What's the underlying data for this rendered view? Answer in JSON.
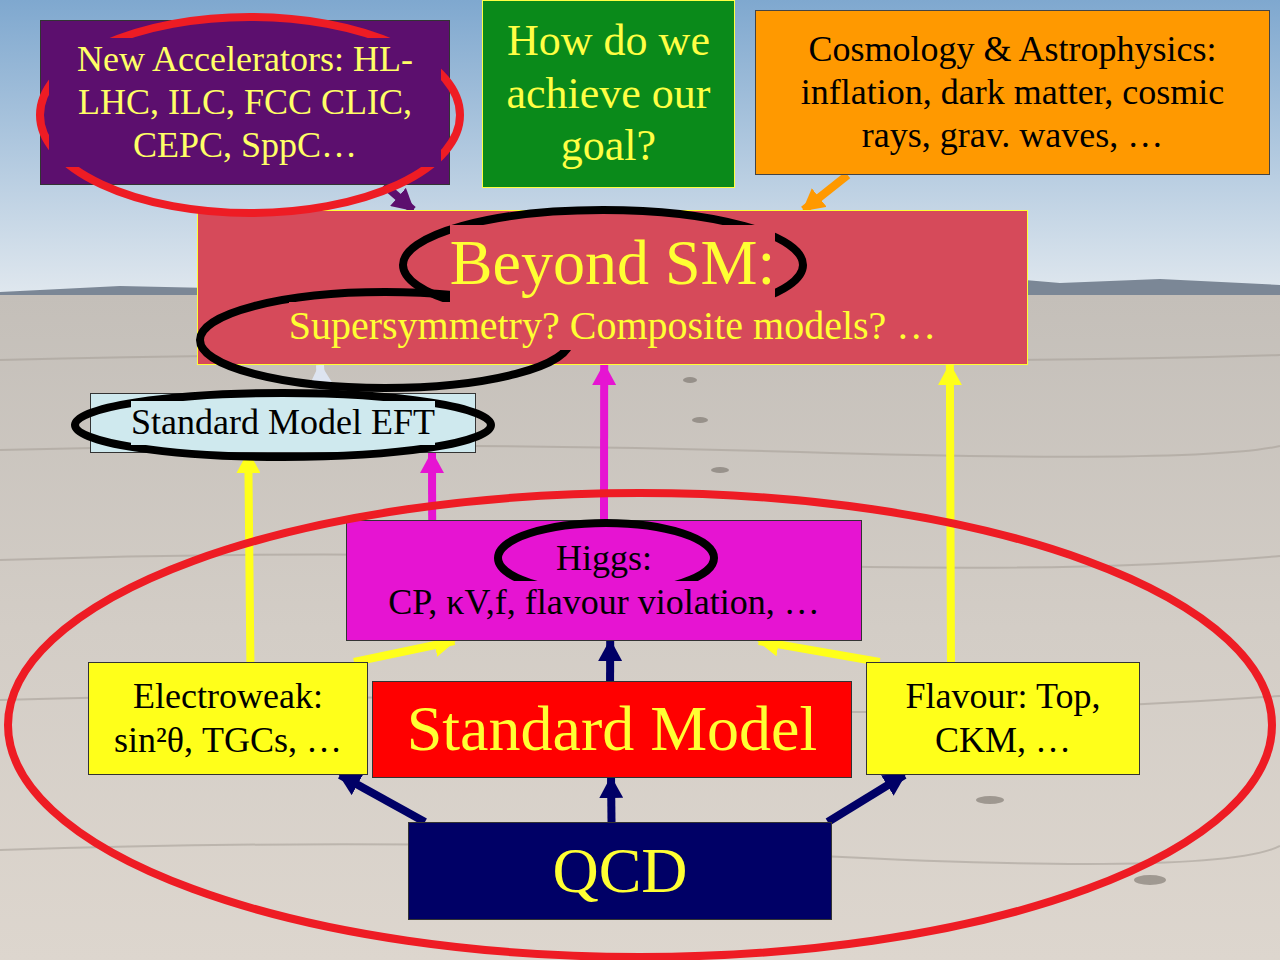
{
  "diagram": {
    "nodes": [
      {
        "text": [
          "New Accelerators: HL-LHC, ILC, FCC CLIC, CEPC, SppC…"
        ]
      },
      {
        "text": [
          "How do we achieve our goal?"
        ]
      },
      {
        "text": [
          "Cosmology & Astrophysics: inflation, dark matter, cosmic rays, grav. waves, …"
        ]
      },
      {
        "text": [
          "Beyond SM:",
          "Supersymmetry? Composite models? …"
        ]
      },
      {
        "text": [
          "Standard Model EFT"
        ]
      },
      {
        "text": [
          "Higgs:",
          "CP, κV,f, flavour violation, …"
        ]
      },
      {
        "text": [
          "Electroweak: sin²θ, TGCs, …"
        ]
      },
      {
        "text": [
          "Standard Model"
        ]
      },
      {
        "text": [
          "Flavour: Top, CKM, …"
        ]
      },
      {
        "text": [
          "QCD"
        ]
      }
    ],
    "edges": [
      {
        "from": 0,
        "to": 3,
        "arrow": "to"
      },
      {
        "from": 2,
        "to": 3,
        "arrow": "to"
      },
      {
        "from": 4,
        "to": 3,
        "arrow": "to"
      },
      {
        "from": 6,
        "to": 4,
        "arrow": "to"
      },
      {
        "from": 5,
        "to": 4,
        "arrow": "to"
      },
      {
        "from": 5,
        "to": 3,
        "arrow": "to"
      },
      {
        "from": 8,
        "to": 3,
        "arrow": "to"
      },
      {
        "from": 6,
        "to": 5,
        "arrow": "to"
      },
      {
        "from": 8,
        "to": 5,
        "arrow": "to"
      },
      {
        "from": 7,
        "to": 5,
        "arrow": "to"
      },
      {
        "from": 9,
        "to": 6,
        "arrow": "to"
      },
      {
        "from": 9,
        "to": 7,
        "arrow": "to"
      },
      {
        "from": 9,
        "to": 8,
        "arrow": "to"
      }
    ]
  }
}
